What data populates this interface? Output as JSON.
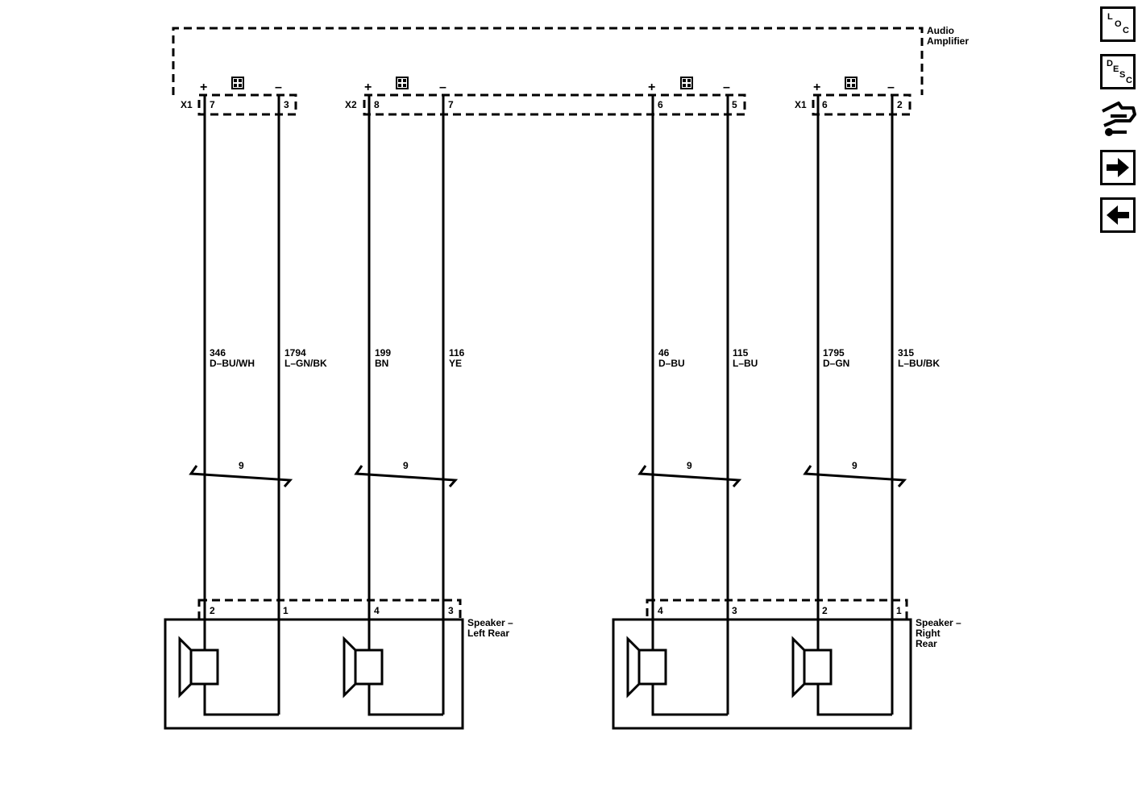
{
  "amplifier": {
    "title_line1": "Audio",
    "title_line2": "Amplifier"
  },
  "speakers": {
    "left": {
      "line1": "Speaker –",
      "line2": "Left Rear"
    },
    "right": {
      "line1": "Speaker –",
      "line2": "Right",
      "line3": "Rear"
    }
  },
  "connectors": {
    "x1_left": "X1",
    "x2": "X2",
    "x1_right": "X1"
  },
  "polarity": {
    "plus": "+",
    "minus": "–"
  },
  "wires": [
    {
      "amp_pin": "7",
      "circuit": "346",
      "color": "D–BU/WH",
      "speaker_pin": "2"
    },
    {
      "amp_pin": "3",
      "circuit": "1794",
      "color": "L–GN/BK",
      "speaker_pin": "1"
    },
    {
      "amp_pin": "8",
      "circuit": "199",
      "color": "BN",
      "speaker_pin": "4"
    },
    {
      "amp_pin": "7",
      "circuit": "116",
      "color": "YE",
      "speaker_pin": "3"
    },
    {
      "amp_pin": "6",
      "circuit": "46",
      "color": "D–BU",
      "speaker_pin": "4"
    },
    {
      "amp_pin": "5",
      "circuit": "115",
      "color": "L–BU",
      "speaker_pin": "3"
    },
    {
      "amp_pin": "6",
      "circuit": "1795",
      "color": "D–GN",
      "speaker_pin": "2"
    },
    {
      "amp_pin": "2",
      "circuit": "315",
      "color": "L–BU/BK",
      "speaker_pin": "1"
    }
  ],
  "twists": [
    "9",
    "9",
    "9",
    "9"
  ],
  "toolbar": {
    "loc": {
      "l": "L",
      "o": "O",
      "c": "C"
    },
    "desc": {
      "d": "D",
      "e": "E",
      "s": "S",
      "c": "C"
    },
    "icons": [
      "loc-icon",
      "desc-icon",
      "connector-icon",
      "next-arrow-icon",
      "prev-arrow-icon"
    ]
  }
}
